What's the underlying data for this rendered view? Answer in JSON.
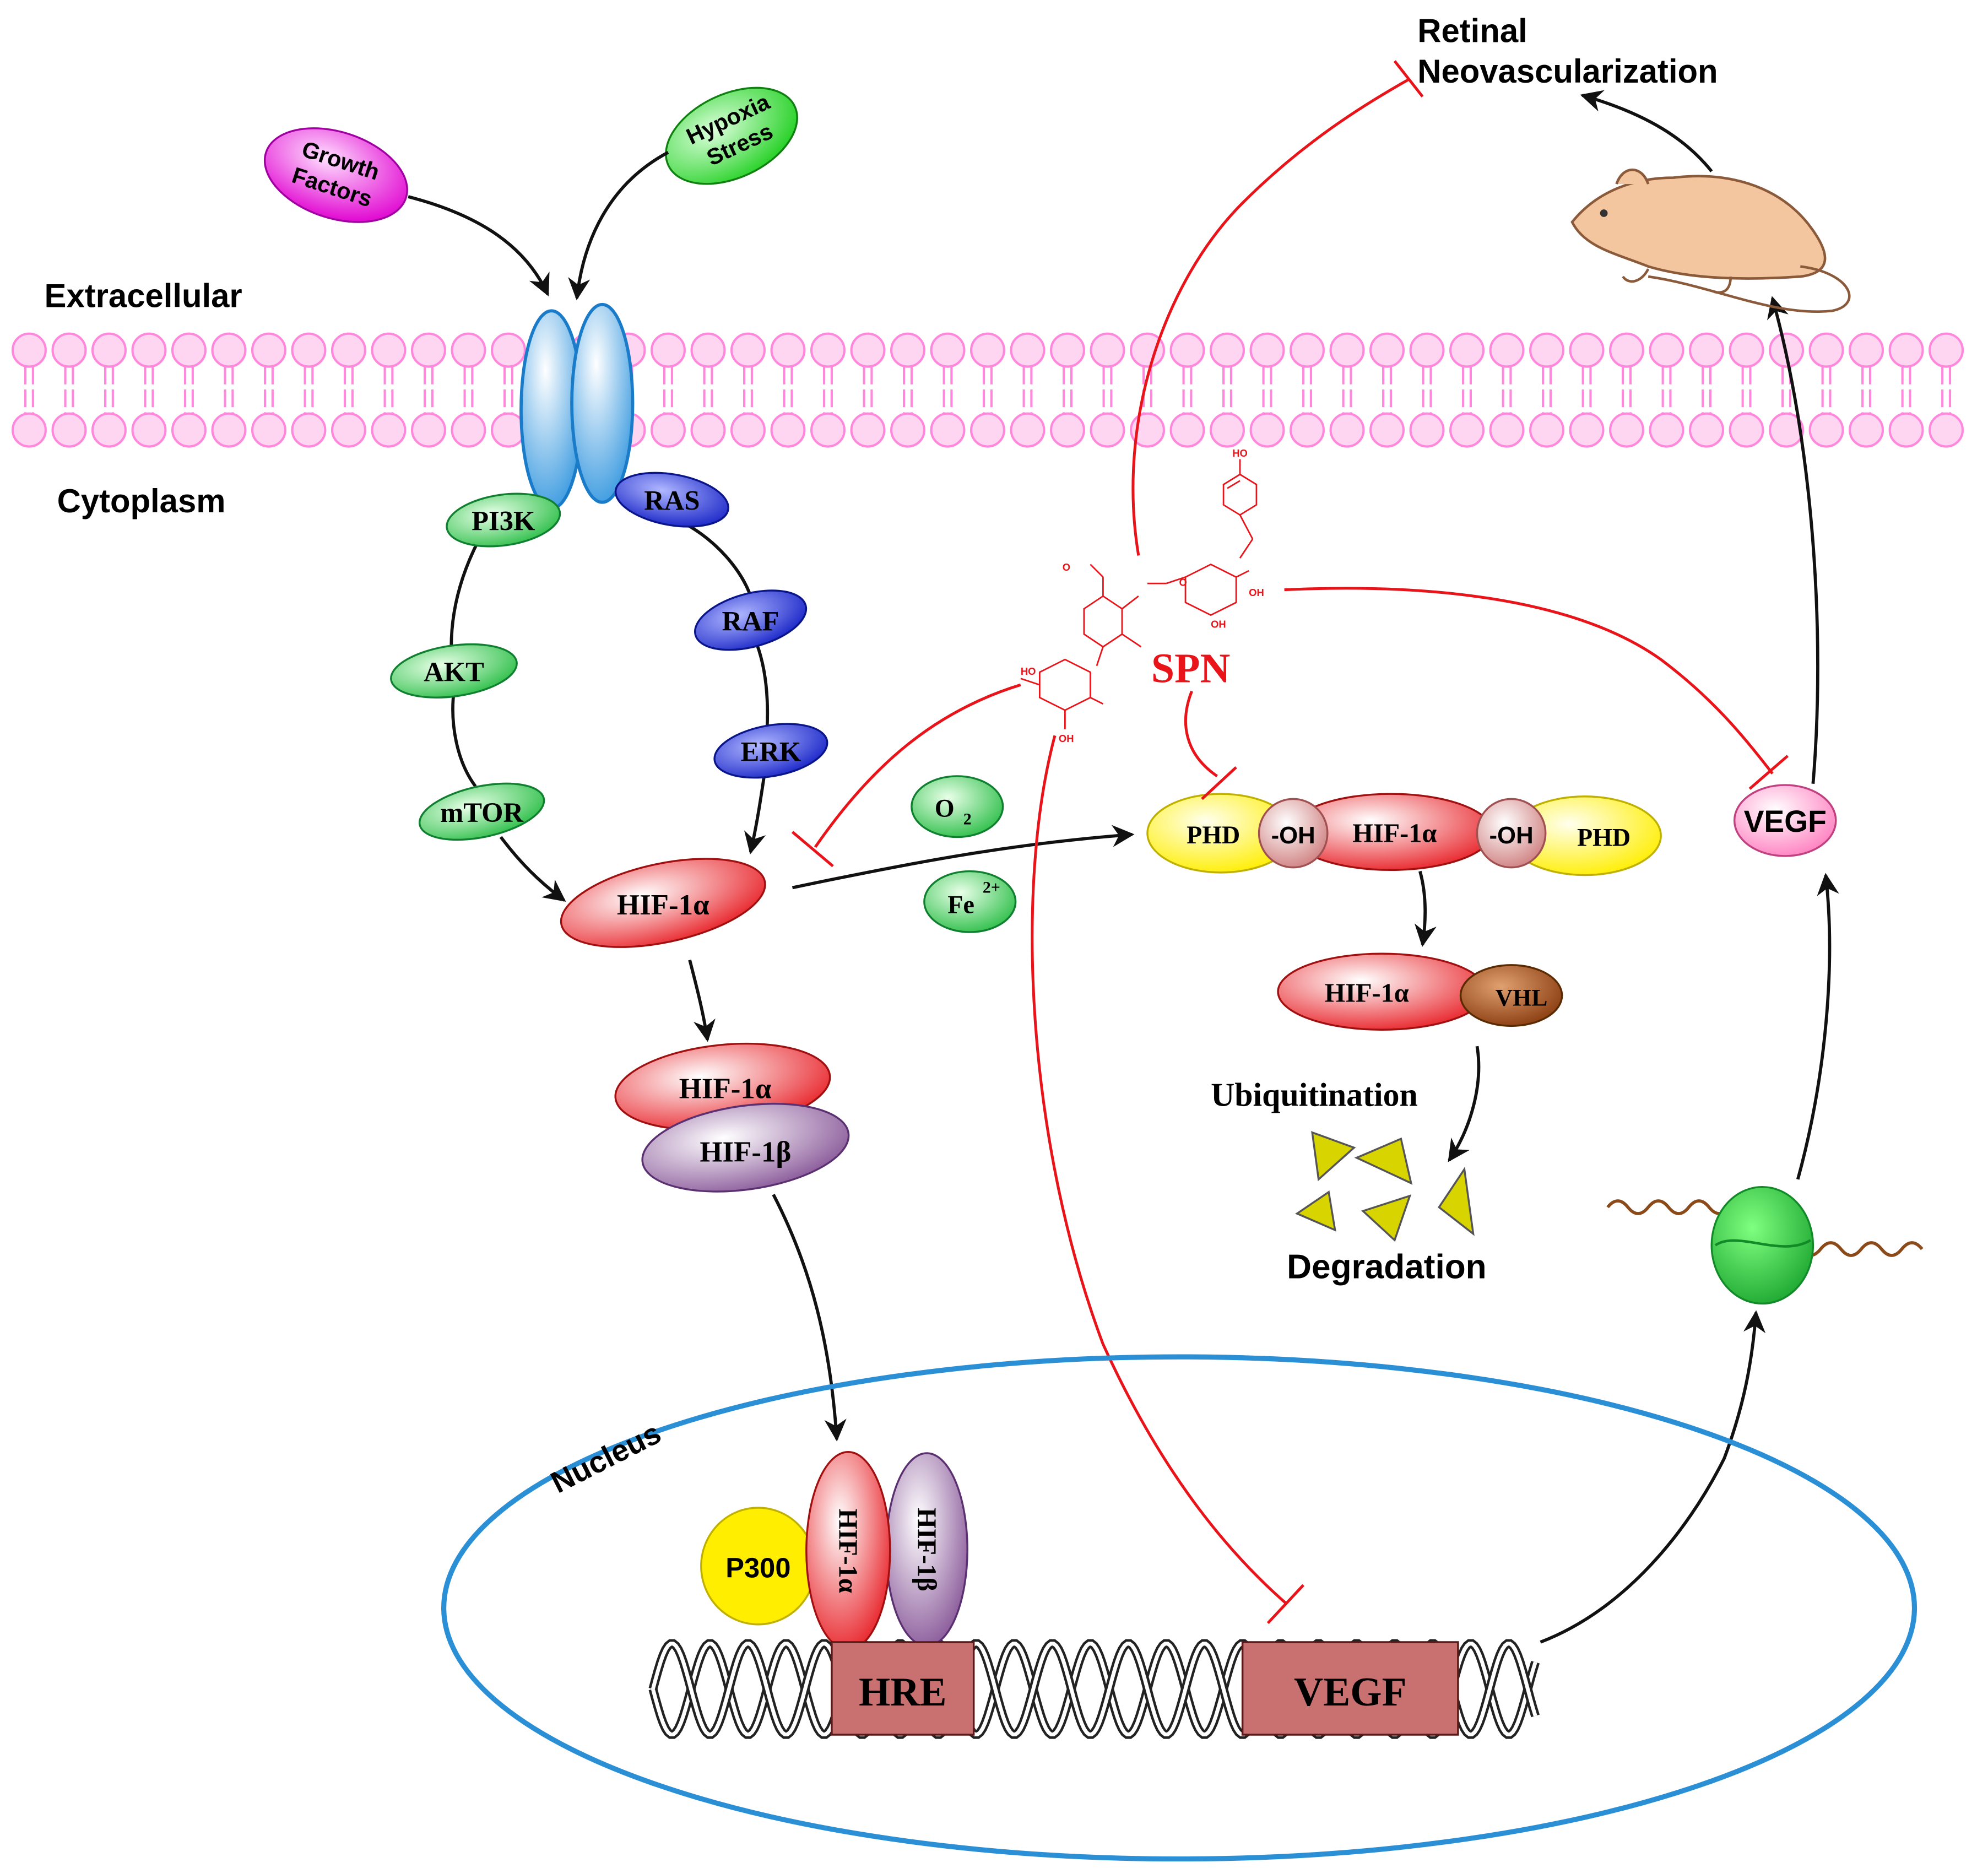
{
  "regions": {
    "extracellular": "Extracellular",
    "cytoplasm": "Cytoplasm",
    "nucleus": "Nucleus"
  },
  "stimuli": {
    "growth_factors": [
      "Growth",
      "Factors"
    ],
    "hypoxia_stress": [
      "Hypoxia",
      "Stress"
    ]
  },
  "pathway": {
    "pi3k": "PI3K",
    "akt": "AKT",
    "mtor": "mTOR",
    "ras": "RAS",
    "raf": "RAF",
    "erk": "ERK"
  },
  "hif": {
    "alpha": "HIF-1α",
    "beta": "HIF-1β",
    "p300": "P300"
  },
  "cofactors": {
    "o2": "O",
    "o2_sub": "2",
    "fe": "Fe",
    "fe_sup": "2+"
  },
  "degradation_pathway": {
    "phd": "PHD",
    "oh": "-OH",
    "vhl": "VHL",
    "ubiquitination": "Ubiquitination",
    "degradation": "Degradation"
  },
  "drug": {
    "name": "SPN"
  },
  "gene": {
    "hre": "HRE",
    "vegf": "VEGF"
  },
  "secreted": {
    "vegf": "VEGF"
  },
  "outcome": {
    "line1": "Retinal",
    "line2": "Neovascularization"
  },
  "colors": {
    "membrane": "#ff99dd",
    "membrane_fill": "#ffd6f2",
    "nucleus_border": "#2b8fd6",
    "inhibition": "#e8141a",
    "arrow": "#111111",
    "pi3k_branch": "#2fbf4a",
    "ras_branch": "#2a35d8",
    "hif_alpha": "#e8252b",
    "hif_beta": "#8a5a9a",
    "phd": "#ffee00",
    "vhl": "#a0521d",
    "p300": "#ffee00",
    "gene_box": "#c97070",
    "degradation_triangles": "#d8d400"
  },
  "icons": [
    "receptor-icon",
    "mouse-icon",
    "ribosome-icon",
    "dna-helix-icon",
    "spn-molecule-icon",
    "degradation-triangles-icon"
  ]
}
